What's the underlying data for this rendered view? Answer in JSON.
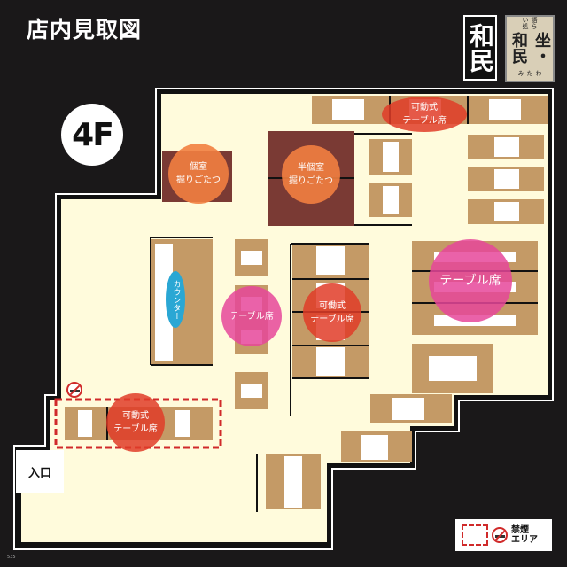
{
  "header": {
    "title": "店内見取図",
    "floor": "4F"
  },
  "logos": {
    "logo_main": "和民",
    "logo_sub": "坐・和民",
    "logo_sub_small_top": "語らい処",
    "logo_sub_small_bottom": "わたみ"
  },
  "zones": {
    "top_movable": [
      "可動式",
      "テーブル席"
    ],
    "private_room": [
      "個室",
      "掘りごたつ"
    ],
    "semi_private": [
      "半個室",
      "掘りごたつ"
    ],
    "counter": "カウンター",
    "center_table": [
      "テーブル席"
    ],
    "middle_movable": [
      "可働式",
      "テーブル席"
    ],
    "big_table": [
      "テーブル席"
    ],
    "smoke_free_movable": [
      "可動式",
      "テーブル席"
    ]
  },
  "entrance": "入口",
  "legend": {
    "line1": "禁煙",
    "line2": "エリア"
  },
  "code": "535",
  "colors": {
    "background": "#1a1819",
    "floor": "#fffbdc",
    "table_area": "#c49a66",
    "room": "#7a3a34",
    "movable": "#e0452e",
    "pink": "#e6479a",
    "counter": "#2aa7d4",
    "orange": "#f08040"
  }
}
